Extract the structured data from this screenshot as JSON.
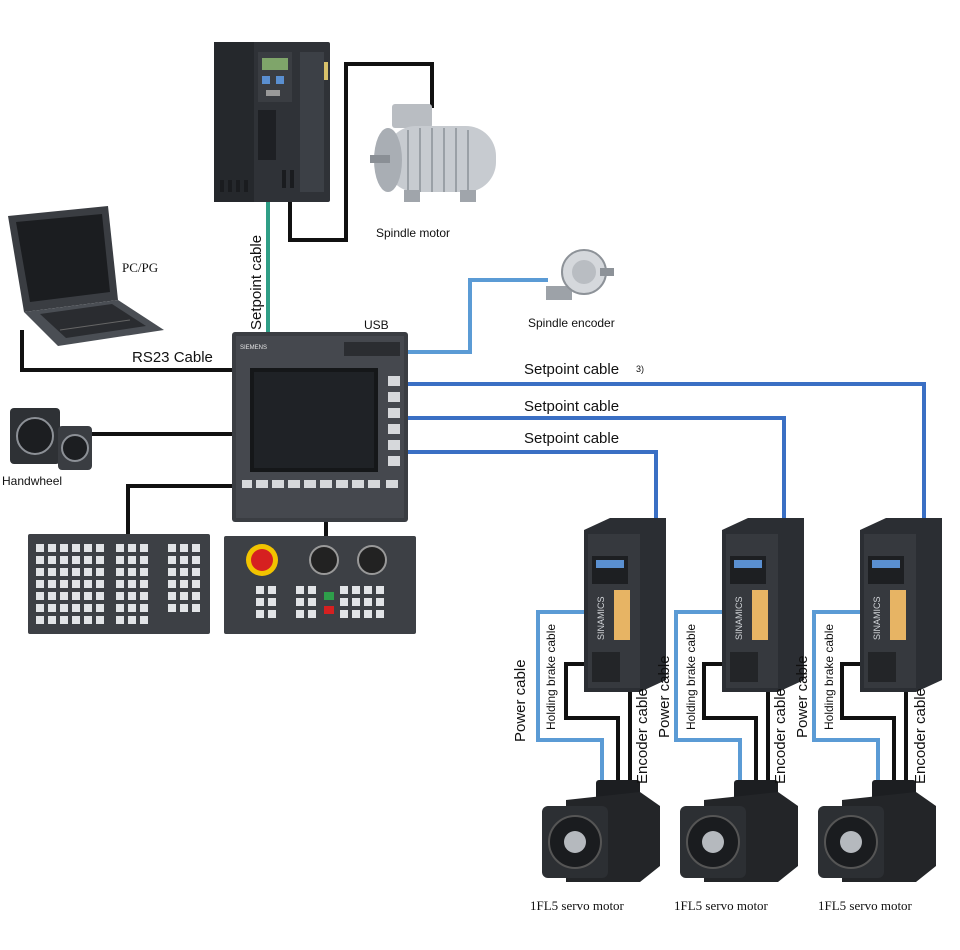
{
  "colors": {
    "blue_cable": "#3a6fc4",
    "light_blue_cable": "#5b9bd5",
    "green_cable": "#2f9e86",
    "black_cable": "#111111",
    "device_dark": "#2b2e33",
    "device_panel": "#3a3d42",
    "estop_red": "#d62020",
    "estop_yellow": "#f2c400"
  },
  "labels": {
    "setpoint_cable_top": "Setpoint cable",
    "spindle_motor": "Spindle motor",
    "pc_pg": "PC/PG",
    "usb": "USB",
    "spindle_encoder": "Spindle encoder",
    "rs23_cable": "RS23 Cable",
    "setpoint_cable_1": "Setpoint cable",
    "footnote": "3)",
    "setpoint_cable_2": "Setpoint cable",
    "setpoint_cable_3": "Setpoint cable",
    "handwheel": "Handwheel",
    "siemens": "SIEMENS",
    "sinamics": "SINAMICS",
    "drive_units": [
      {
        "power_cable": "Power cable",
        "holding_brake_cable": "Holding brake cable",
        "encoder_cable": "Encoder cable",
        "motor": "1FL5  servo motor"
      },
      {
        "power_cable": "Power cable",
        "holding_brake_cable": "Holding brake cable",
        "encoder_cable": "Encoder cable",
        "motor": "1FL5  servo motor"
      },
      {
        "power_cable": "Power cable",
        "holding_brake_cable": "Holding brake cable",
        "encoder_cable": "Encoder cable",
        "motor": "1FL5  servo motor"
      }
    ]
  },
  "icons": {
    "spindle_drive": "spindle-drive-icon",
    "spindle_motor": "spindle-motor-icon",
    "laptop": "laptop-icon",
    "spindle_encoder": "spindle-encoder-icon",
    "cnc_panel": "cnc-controller-icon",
    "handwheel": "handwheel-icon",
    "keyboard": "keyboard-panel-icon",
    "machine_control_panel": "machine-control-panel-icon",
    "servo_drive": "servo-drive-icon",
    "servo_motor": "servo-motor-icon"
  }
}
